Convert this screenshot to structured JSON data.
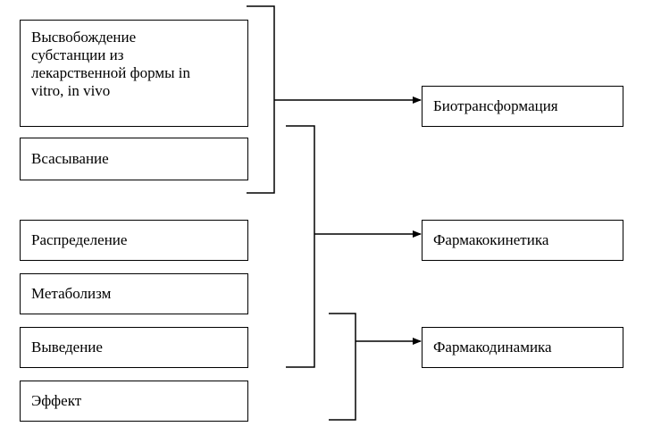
{
  "left_boxes": [
    {
      "label": "Высвобождение\nсубстанции из\nлекарственной формы in\nvitro, in vivo"
    },
    {
      "label": "Всасывание"
    },
    {
      "label": "Распределение"
    },
    {
      "label": "Метаболизм"
    },
    {
      "label": "Выведение"
    },
    {
      "label": "Эффект"
    }
  ],
  "right_boxes": [
    {
      "label": "Биотрансформация"
    },
    {
      "label": "Фармакокинетика"
    },
    {
      "label": "Фармакодинамика"
    }
  ],
  "colors": {
    "line": "#000000",
    "background": "#ffffff"
  }
}
